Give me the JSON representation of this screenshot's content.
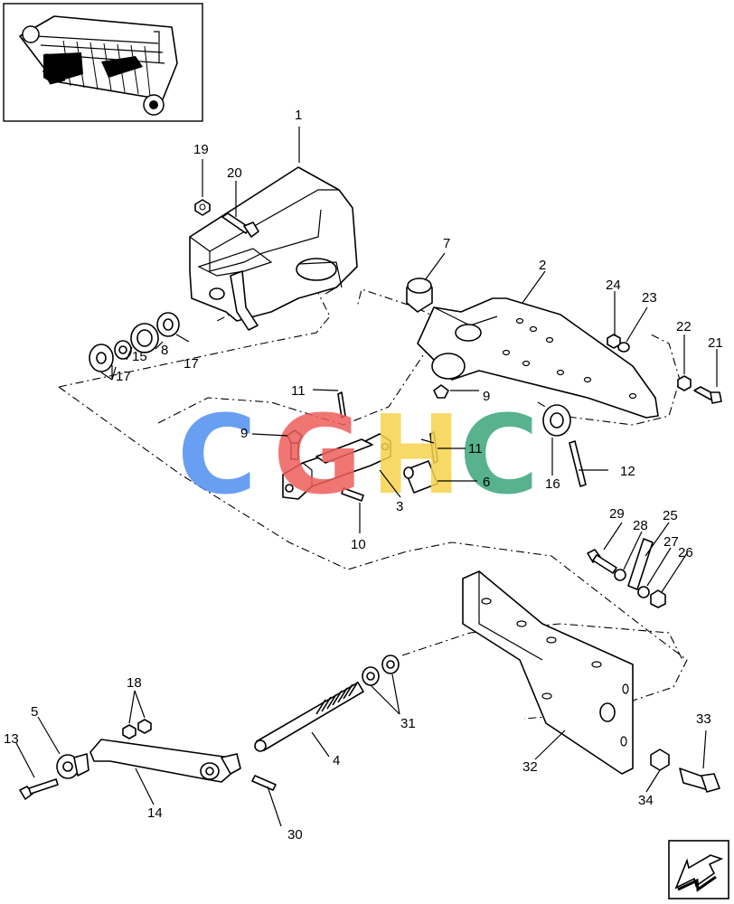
{
  "watermark": {
    "letters": [
      "C",
      "G",
      "H",
      "C"
    ],
    "colors": [
      "#4f8ff0",
      "#ee5f5c",
      "#f7d24d",
      "#3aa57a"
    ]
  },
  "callouts": {
    "c1": "1",
    "c2": "2",
    "c3": "3",
    "c4": "4",
    "c5": "5",
    "c6": "6",
    "c7": "7",
    "c8": "8",
    "c9a": "9",
    "c9b": "9",
    "c10": "10",
    "c11a": "11",
    "c11b": "11",
    "c12": "12",
    "c13": "13",
    "c14": "14",
    "c15": "15",
    "c16": "16",
    "c17a": "17",
    "c17b": "17",
    "c17c": "17",
    "c18": "18",
    "c19": "19",
    "c20": "20",
    "c21": "21",
    "c22": "22",
    "c23": "23",
    "c24": "24",
    "c25": "25",
    "c26": "26",
    "c27": "27",
    "c28": "28",
    "c29": "29",
    "c30": "30",
    "c31": "31",
    "c32": "32",
    "c33": "33",
    "c34": "34"
  },
  "icons": {
    "inset": "baler-machine-inset-icon",
    "nav": "next-page-arrow-icon"
  }
}
